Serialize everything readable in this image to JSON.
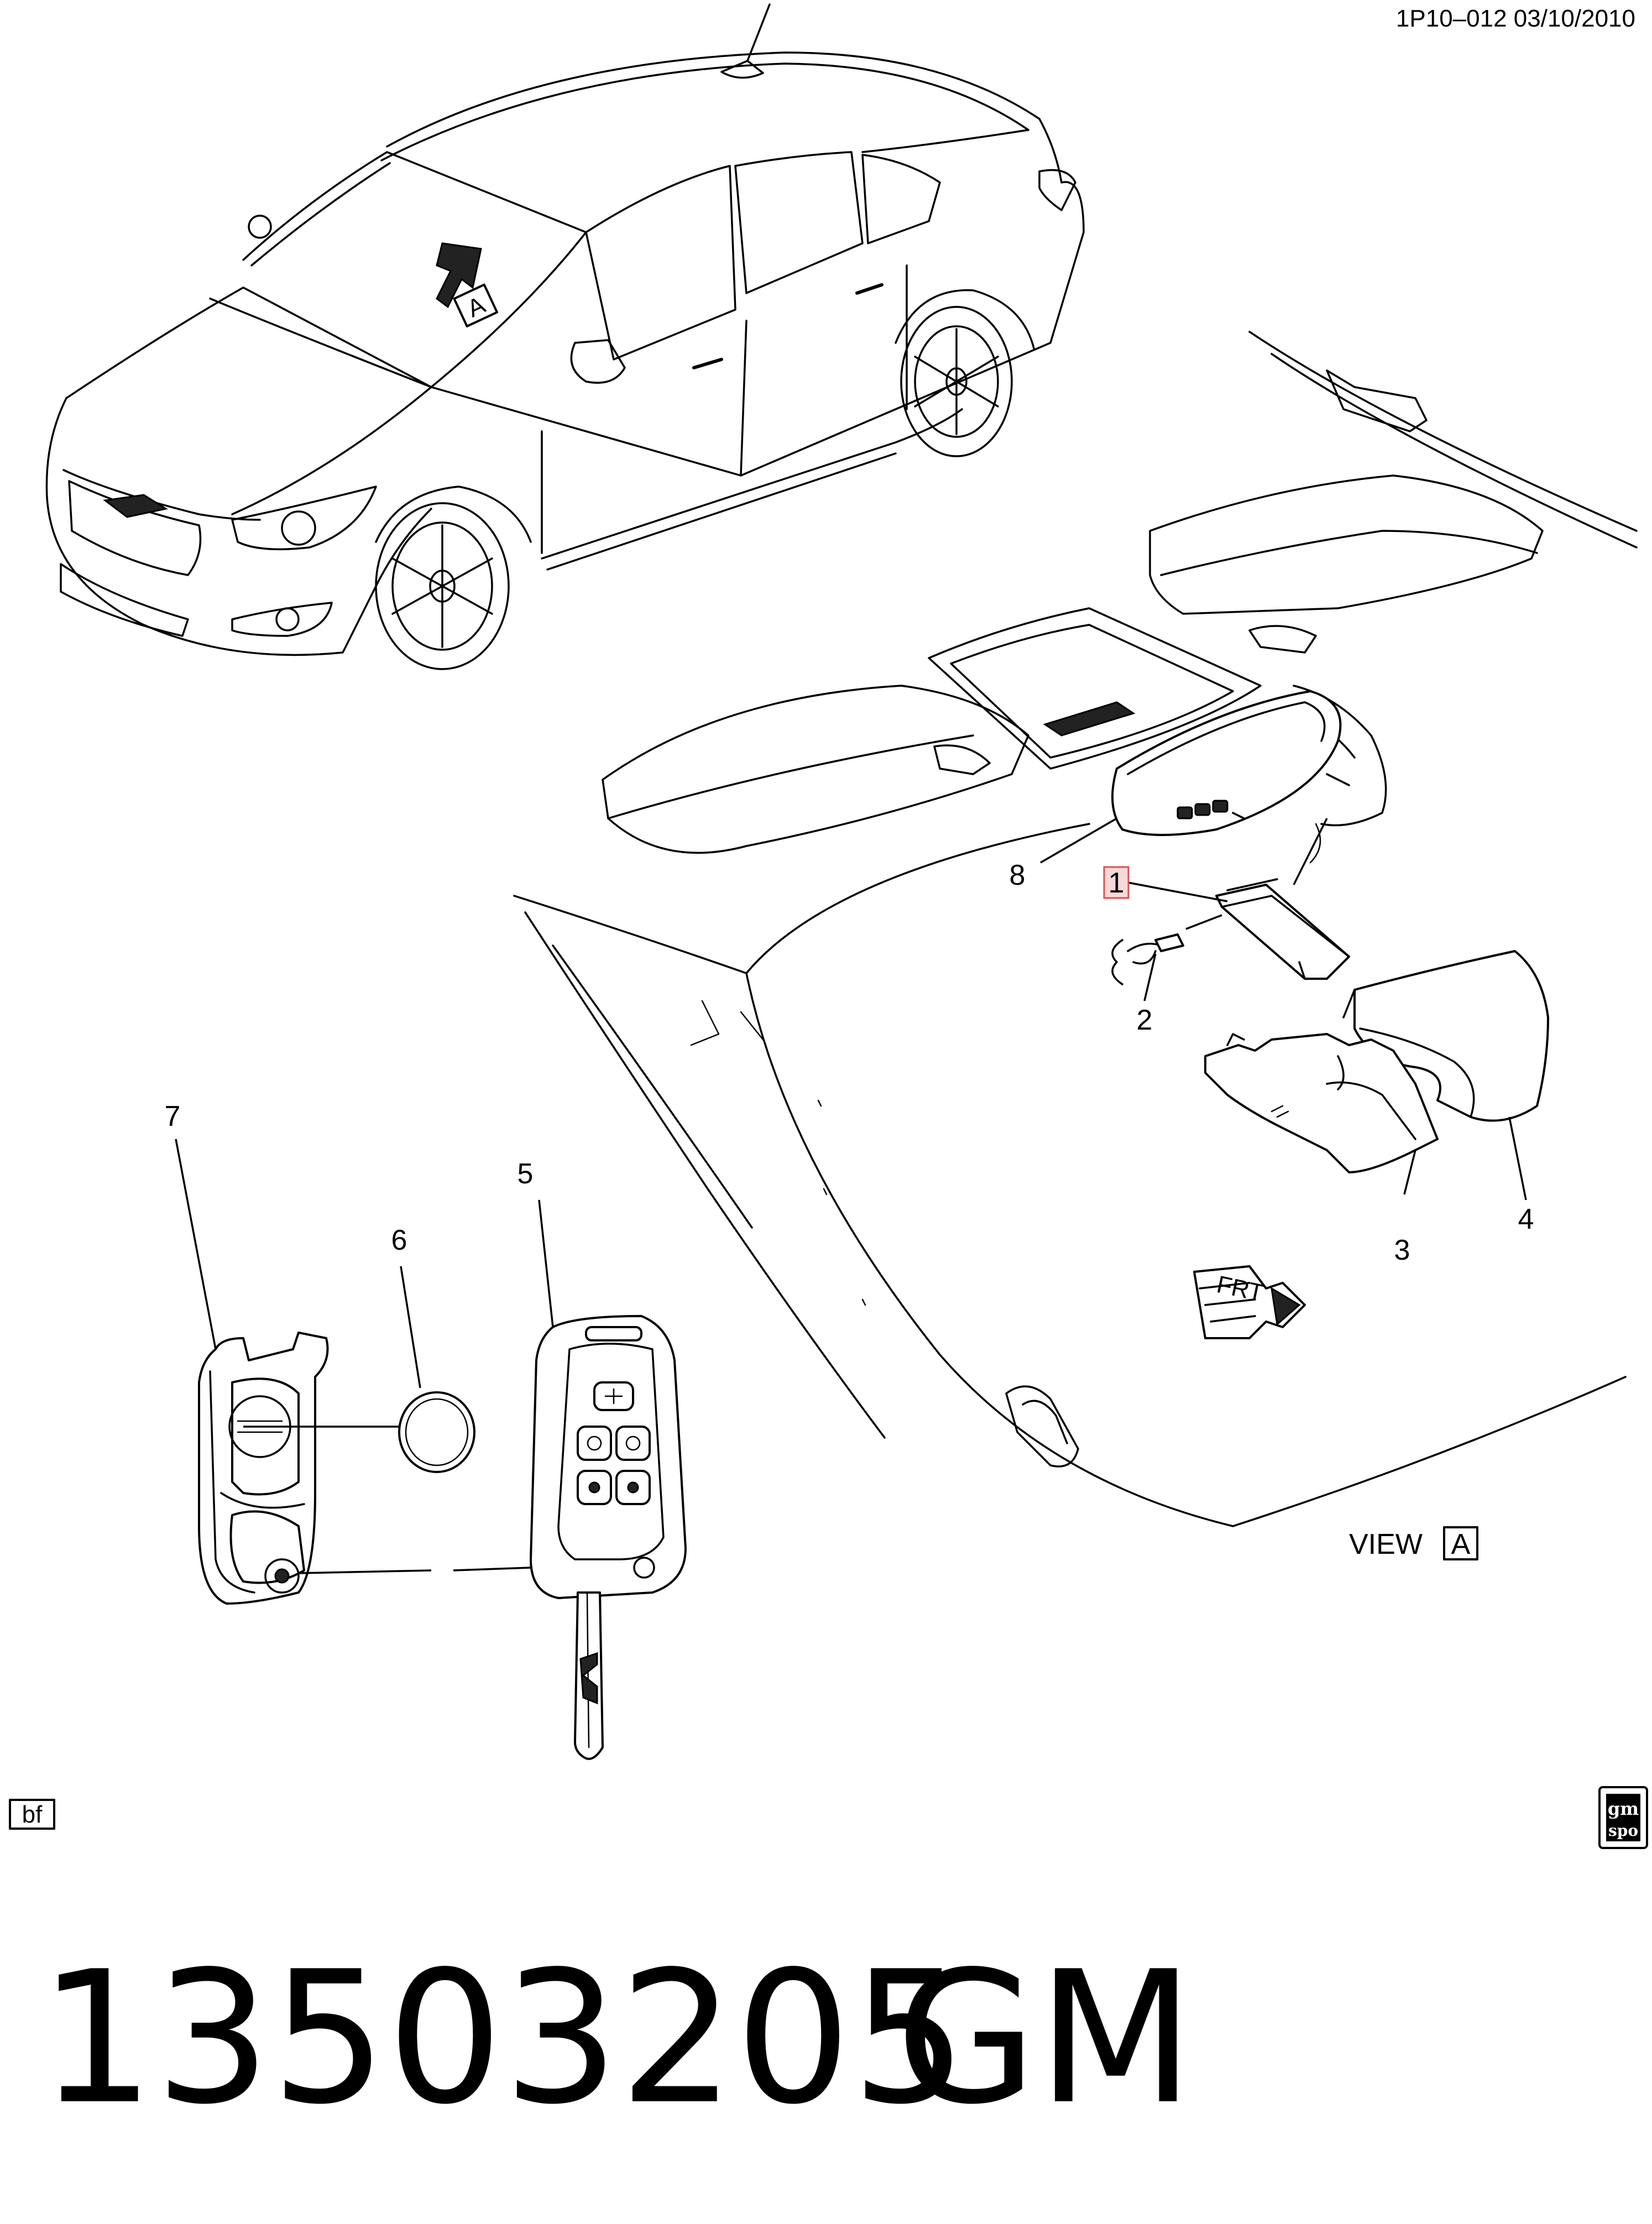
{
  "header": {
    "reference": "1P10–012  03/10/2010"
  },
  "view_marker": {
    "view_label": "VIEW",
    "view_letter": "A",
    "arrow_letter": "A"
  },
  "orientation": {
    "frt_label": "FRT"
  },
  "callouts": [
    {
      "id": "1",
      "label": "1",
      "highlighted": true
    },
    {
      "id": "2",
      "label": "2"
    },
    {
      "id": "3",
      "label": "3"
    },
    {
      "id": "4",
      "label": "4"
    },
    {
      "id": "5",
      "label": "5"
    },
    {
      "id": "6",
      "label": "6"
    },
    {
      "id": "7",
      "label": "7"
    },
    {
      "id": "8",
      "label": "8"
    }
  ],
  "corner_tags": {
    "left": "bf",
    "right_top": "gm",
    "right_bottom": "spo"
  },
  "part_number": "13503205",
  "brand": "GM",
  "colors": {
    "ink": "#000000",
    "highlight_fill": "#f9d8d8",
    "highlight_stroke": "#d9534f"
  }
}
